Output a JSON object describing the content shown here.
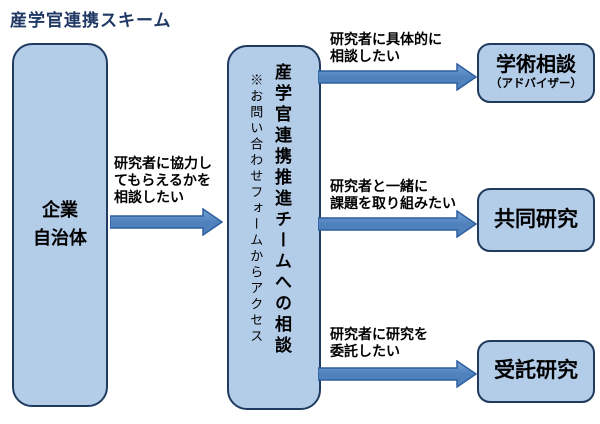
{
  "title": "産学官連携スキーム",
  "colors": {
    "box_fill": "#b3cce8",
    "box_border": "#203b60",
    "arrow_fill": "#4f81bd",
    "arrow_fill_light": "#74a3d6",
    "arrow_border": "#2e5f9e",
    "title_color": "#1f3864",
    "text_color": "#000000"
  },
  "source_box": {
    "lines": [
      "企業",
      "自治体"
    ]
  },
  "entry_flow": {
    "label_lines": [
      "研究者に協力し",
      "てもらえるかを",
      "相談したい"
    ]
  },
  "hub_box": {
    "main": "産学官連携推進チームへの相談",
    "note": "※お問い合わせフォームからアクセス"
  },
  "flows": [
    {
      "label_lines": [
        "研究者に具体的に",
        "相談したい"
      ],
      "target": "学術相談",
      "target_sub": "（アドバイザー）"
    },
    {
      "label_lines": [
        "研究者と一緒に",
        "課題を取り組みたい"
      ],
      "target": "共同研究",
      "target_sub": ""
    },
    {
      "label_lines": [
        "研究者に研究を",
        "委託したい"
      ],
      "target": "受託研究",
      "target_sub": ""
    }
  ]
}
